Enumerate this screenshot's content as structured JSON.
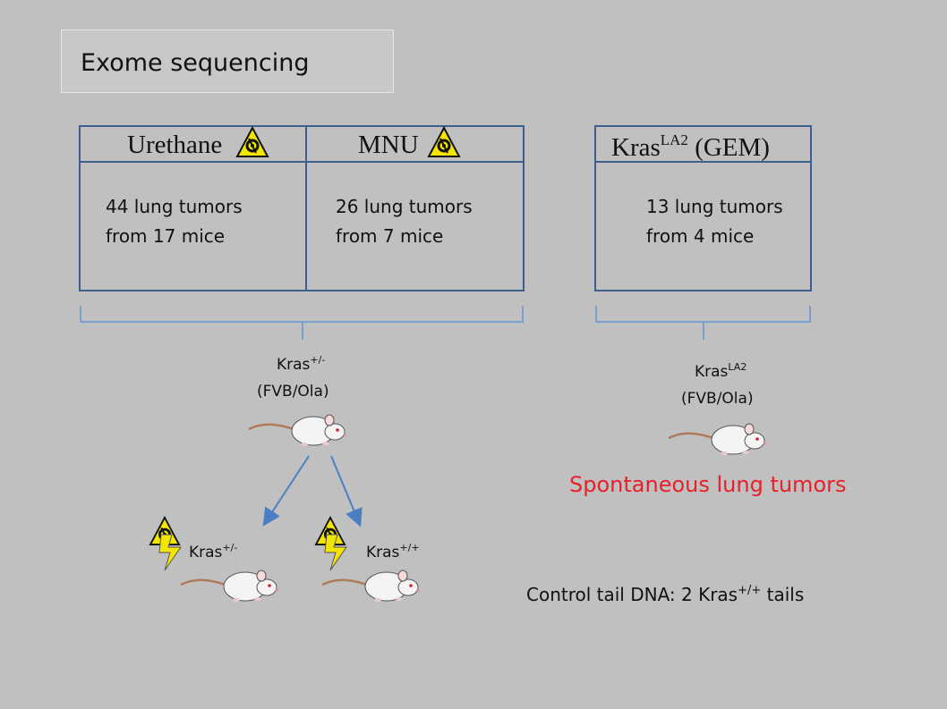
{
  "slide": {
    "title": "Exome sequencing"
  },
  "panels": {
    "urethane": {
      "header": "Urethane",
      "line1": "44 lung tumors",
      "line2": "from 17 mice"
    },
    "mnu": {
      "header": "MNU",
      "line1": "26 lung tumors",
      "line2": "from 7 mice"
    },
    "gem": {
      "header_base": "Kras",
      "header_sup": "LA2",
      "header_suffix": " (GEM)",
      "line1": "13 lung tumors",
      "line2": "from 4 mice"
    }
  },
  "left_strain": {
    "gene": "Kras",
    "genotype": "+/-",
    "background": "(FVB/Ola)"
  },
  "right_strain": {
    "gene": "Kras",
    "genotype": "LA2",
    "background": "(FVB/Ola)"
  },
  "offspring": {
    "left": {
      "gene": "Kras",
      "genotype": "+/-"
    },
    "right": {
      "gene": "Kras",
      "genotype": "+/+"
    }
  },
  "spontaneous_label": "Spontaneous lung tumors",
  "control": {
    "prefix": "Control tail DNA: 2 Kras",
    "genotype": "+/+",
    "suffix": " tails"
  },
  "icons": [
    "hazard-icon",
    "lightning-icon",
    "mouse-icon"
  ],
  "colors": {
    "background": "#c0c0c0",
    "panel_border": "#3e5f8c",
    "arrow": "#4a7fc4",
    "bracket": "#7aa0d0",
    "highlight_red": "#e8202a",
    "hazard_yellow": "#f2e600"
  }
}
